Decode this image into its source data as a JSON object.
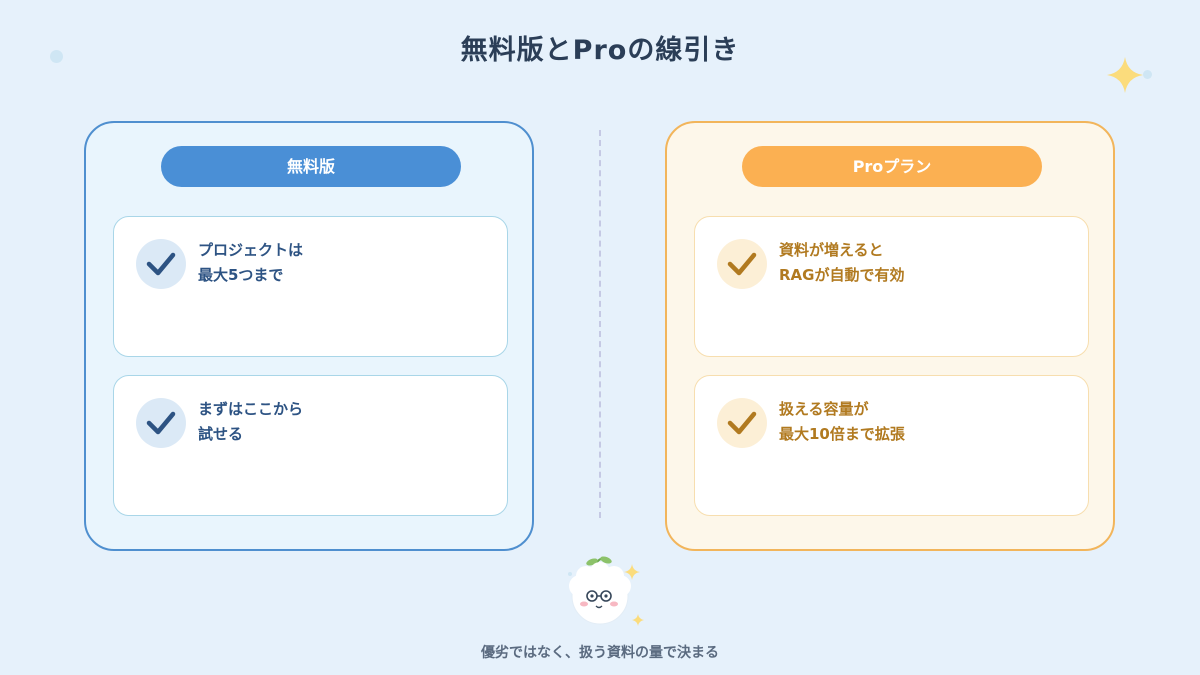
{
  "title": "無料版とProの線引き",
  "colors": {
    "background": "#e6f1fb",
    "free_accent": "#4a8fd6",
    "pro_accent": "#fbb052",
    "free_text": "#2d5383",
    "pro_text": "#b17a20"
  },
  "free": {
    "label": "無料版",
    "items": [
      {
        "line1": "プロジェクトは",
        "line2": "最大5つまで",
        "icon": "check-icon"
      },
      {
        "line1": "まずはここから",
        "line2": "試せる",
        "icon": "check-icon"
      }
    ]
  },
  "pro": {
    "label": "Proプラン",
    "items": [
      {
        "line1": "資料が増えると",
        "line2": "RAGが自動で有効",
        "icon": "check-icon"
      },
      {
        "line1": "扱える容量が",
        "line2": "最大10倍まで拡張",
        "icon": "check-icon"
      }
    ]
  },
  "caption": "優劣ではなく、扱う資料の量で決まる"
}
